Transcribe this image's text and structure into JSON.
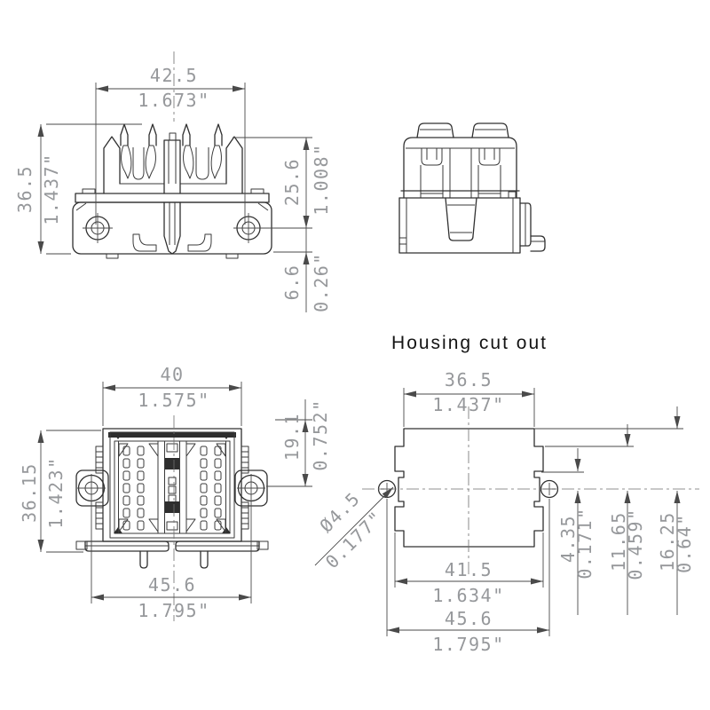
{
  "title": "Housing cut out",
  "front_view": {
    "width_mm": "42.5",
    "width_in": "1.673\"",
    "height_mm": "36.5",
    "height_in": "1.437\"",
    "upper_mm": "25.6",
    "upper_in": "1.008\"",
    "lower_mm": "6.6",
    "lower_in": "0.26\""
  },
  "face_view": {
    "width_mm": "40",
    "width_in": "1.575\"",
    "height_mm": "36.15",
    "height_in": "1.423\"",
    "right_mm": "19.1",
    "right_in": "0.752\"",
    "bottom_mm": "45.6",
    "bottom_in": "1.795\""
  },
  "cutout_view": {
    "width_mm": "36.5",
    "width_in": "1.437\"",
    "hole_mm": "Ø4.5",
    "hole_in": "0.177\"",
    "inner_width_mm": "41.5",
    "inner_width_in": "1.634\"",
    "outer_width_mm": "45.6",
    "outer_width_in": "1.795\"",
    "offset1_mm": "4.35",
    "offset1_in": "0.171\"",
    "offset2_mm": "11.65",
    "offset2_in": "0.459\"",
    "offset3_mm": "16.25",
    "offset3_in": "0.64\""
  },
  "colors": {
    "part_line": "#303030",
    "dim_line": "#4a4a4a",
    "dim_text": "#96989b",
    "title_text": "#141414",
    "background": "#ffffff"
  }
}
